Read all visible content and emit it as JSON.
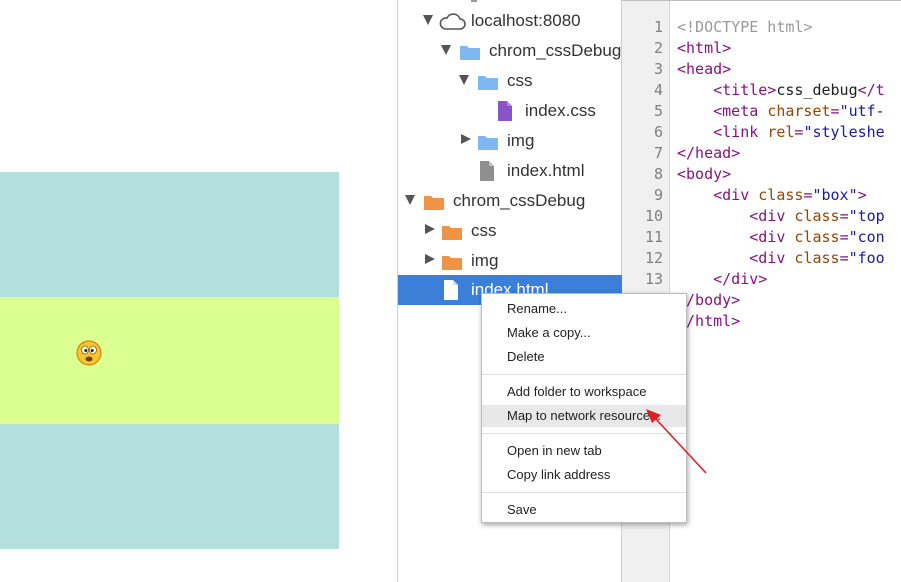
{
  "navigator": {
    "items": [
      {
        "label": "localhost:8080",
        "icon": "cloud-icon"
      },
      {
        "label": "chrom_cssDebug",
        "icon": "folder-icon"
      },
      {
        "label": "css",
        "icon": "folder-icon"
      },
      {
        "label": "index.css",
        "icon": "css-file-icon"
      },
      {
        "label": "img",
        "icon": "folder-icon"
      },
      {
        "label": "index.html",
        "icon": "html-file-icon"
      },
      {
        "label": "chrom_cssDebug",
        "icon": "workspace-folder-icon"
      },
      {
        "label": "css",
        "icon": "workspace-folder-icon"
      },
      {
        "label": "img",
        "icon": "workspace-folder-icon"
      },
      {
        "label": "index.html",
        "icon": "file-icon",
        "selected": true
      }
    ]
  },
  "editor": {
    "line_numbers": [
      "1",
      "2",
      "3",
      "4",
      "5",
      "6",
      "7",
      "8",
      "9",
      "10",
      "11",
      "12",
      "13"
    ],
    "lines": [
      [
        {
          "c": "tg",
          "t": "<!DOCTYPE html>"
        }
      ],
      [
        {
          "c": "tg",
          "t": "<html>"
        }
      ],
      [
        {
          "c": "tg",
          "t": "<head>"
        }
      ],
      [
        {
          "c": "tx",
          "t": "    "
        },
        {
          "c": "tg",
          "t": "<title>"
        },
        {
          "c": "tx",
          "t": "css_debug"
        },
        {
          "c": "tg",
          "t": "</t"
        }
      ],
      [
        {
          "c": "tx",
          "t": "    "
        },
        {
          "c": "tg",
          "t": "<meta "
        },
        {
          "c": "at",
          "t": "charset"
        },
        {
          "c": "tg",
          "t": "="
        },
        {
          "c": "vl",
          "t": "\"utf-"
        }
      ],
      [
        {
          "c": "tx",
          "t": "    "
        },
        {
          "c": "tg",
          "t": "<link "
        },
        {
          "c": "at",
          "t": "rel"
        },
        {
          "c": "tg",
          "t": "="
        },
        {
          "c": "vl",
          "t": "\"styleshe"
        }
      ],
      [
        {
          "c": "tg",
          "t": "</head>"
        }
      ],
      [
        {
          "c": "tg",
          "t": "<body>"
        }
      ],
      [
        {
          "c": "tx",
          "t": "    "
        },
        {
          "c": "tg",
          "t": "<div "
        },
        {
          "c": "at",
          "t": "class"
        },
        {
          "c": "tg",
          "t": "="
        },
        {
          "c": "vl",
          "t": "\"box\""
        },
        {
          "c": "tg",
          "t": ">"
        }
      ],
      [
        {
          "c": "tx",
          "t": "        "
        },
        {
          "c": "tg",
          "t": "<div "
        },
        {
          "c": "at",
          "t": "class"
        },
        {
          "c": "tg",
          "t": "="
        },
        {
          "c": "vl",
          "t": "\"top"
        }
      ],
      [
        {
          "c": "tx",
          "t": "        "
        },
        {
          "c": "tg",
          "t": "<div "
        },
        {
          "c": "at",
          "t": "class"
        },
        {
          "c": "tg",
          "t": "="
        },
        {
          "c": "vl",
          "t": "\"con"
        }
      ],
      [
        {
          "c": "tx",
          "t": "        "
        },
        {
          "c": "tg",
          "t": "<div "
        },
        {
          "c": "at",
          "t": "class"
        },
        {
          "c": "tg",
          "t": "="
        },
        {
          "c": "vl",
          "t": "\"foo"
        }
      ],
      [
        {
          "c": "tx",
          "t": "    "
        },
        {
          "c": "tg",
          "t": "</div>"
        }
      ],
      [
        {
          "c": "tg",
          "t": "</body>"
        }
      ],
      [
        {
          "c": "tg",
          "t": "</html>"
        }
      ]
    ]
  },
  "context_menu": {
    "rename": "Rename...",
    "make_copy": "Make a copy...",
    "delete": "Delete",
    "add_folder": "Add folder to workspace",
    "map_network": "Map to network resource...",
    "open_tab": "Open in new tab",
    "copy_link": "Copy link address",
    "save": "Save"
  },
  "colors": {
    "preview_cyan": "#b3dfdc",
    "preview_lime": "#dbff90",
    "selection": "#3b7fd9",
    "annotation_arrow": "#e02020"
  }
}
